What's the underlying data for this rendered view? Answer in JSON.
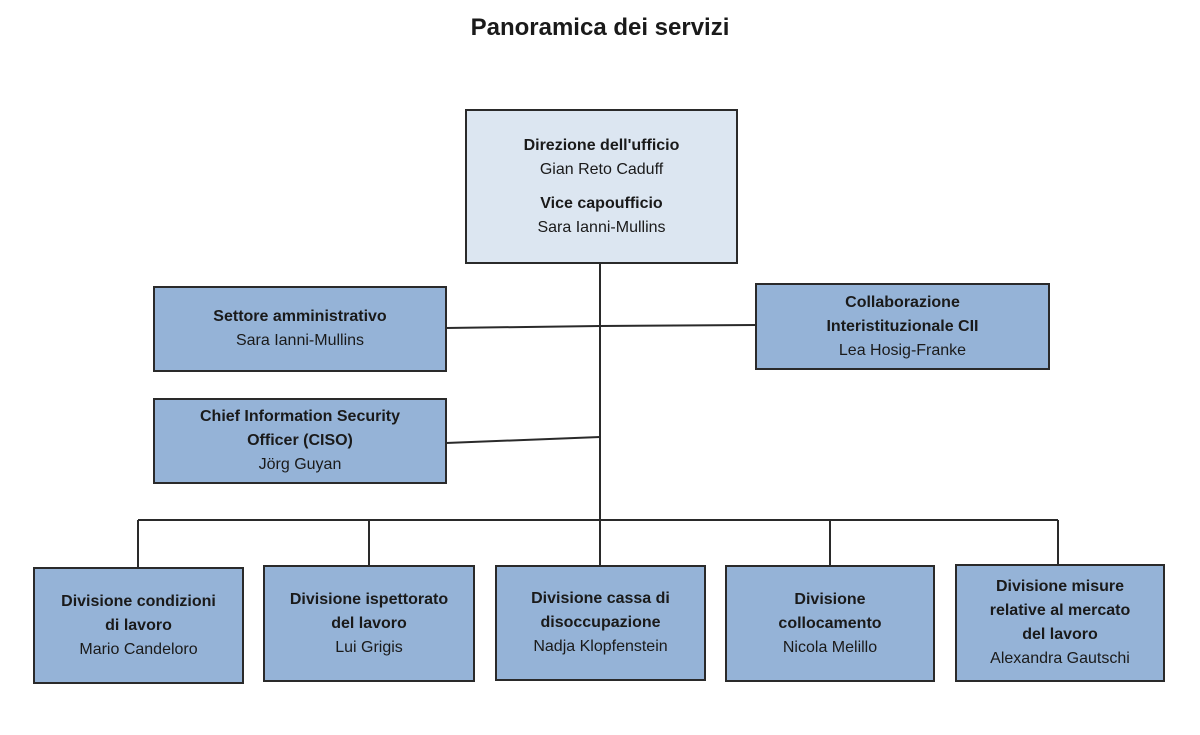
{
  "title": "Panoramica dei servizi",
  "colors": {
    "top_box": "#dce6f1",
    "unit_box": "#95b3d7",
    "border": "#2a2a2a",
    "line": "#2a2a2a"
  },
  "direction": {
    "role": "Direzione  dell'ufficio",
    "person": "Gian Reto Caduff",
    "deputy_role": "Vice capoufficio",
    "deputy_person": "Sara Ianni-Mullins"
  },
  "staff": {
    "administrative": {
      "role": "Settore amministrativo",
      "person": "Sara Ianni-Mullins"
    },
    "collaboration": {
      "role_line1": "Collaborazione",
      "role_line2": "Interistituzionale CII",
      "person": "Lea Hosig-Franke"
    },
    "ciso": {
      "role_line1": "Chief Information Security",
      "role_line2": "Officer (CISO)",
      "person": "Jörg Guyan"
    }
  },
  "divisions": [
    {
      "role_line1": "Divisione condizioni",
      "role_line2": "di lavoro",
      "person": "Mario Candeloro"
    },
    {
      "role_line1": "Divisione ispettorato",
      "role_line2": "del lavoro",
      "person": "Lui Grigis"
    },
    {
      "role_line1": "Divisione cassa di",
      "role_line2": "disoccupazione",
      "person": "Nadja Klopfenstein"
    },
    {
      "role_line1": "Divisione",
      "role_line2": "collocamento",
      "person": "Nicola Melillo"
    },
    {
      "role_line1": "Divisione misure",
      "role_line2": "relative al mercato",
      "role_line3": "del lavoro",
      "person": "Alexandra Gautschi"
    }
  ]
}
